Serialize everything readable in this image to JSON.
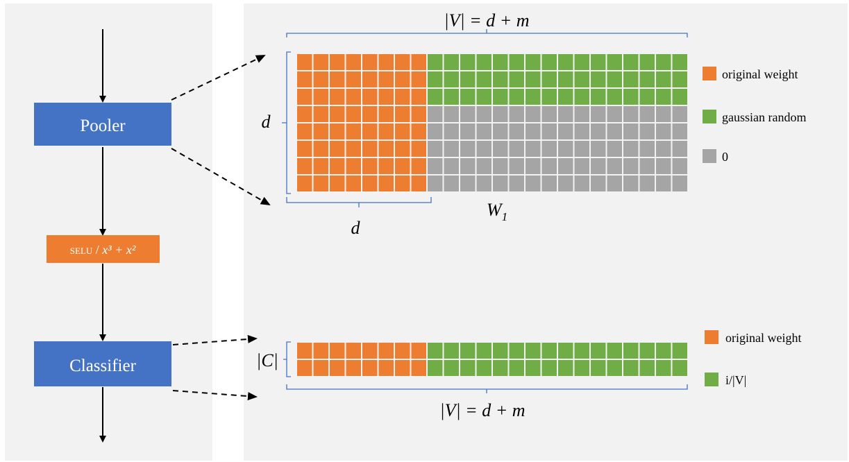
{
  "flow": {
    "pooler_label": "Pooler",
    "activation": {
      "prefix": "SELU",
      "separator": " / ",
      "formula": "x³ + x²"
    },
    "classifier_label": "Classifier"
  },
  "matrix_w1": {
    "top_label": "|V| = d + m",
    "left_label": "d",
    "bottom_d_label": "d",
    "name_label": "W",
    "name_subscript": "1",
    "grid": {
      "rows": 8,
      "cols": 24,
      "orange_cols": 8,
      "green_rows": 3
    },
    "legend": [
      {
        "label": "original weight",
        "color": "#ED7D31"
      },
      {
        "label": "gaussian random",
        "color": "#70AD47"
      },
      {
        "label": "0",
        "color": "#A5A5A5"
      }
    ]
  },
  "matrix_classifier": {
    "left_label": "|C|",
    "bottom_label": "|V| = d + m",
    "grid": {
      "rows": 2,
      "cols": 24,
      "orange_cols": 8
    },
    "legend": [
      {
        "label": "original weight",
        "color": "#ED7D31"
      },
      {
        "label": "i/|V|",
        "color": "#70AD47"
      }
    ]
  },
  "colors": {
    "panel_bg": "#F2F2F2",
    "box_blue": "#4472C4",
    "box_orange": "#ED7D31",
    "cell_orange": "#ED7D31",
    "cell_green": "#70AD47",
    "cell_gray": "#A5A5A5",
    "bracket_blue": "#4472C4"
  }
}
